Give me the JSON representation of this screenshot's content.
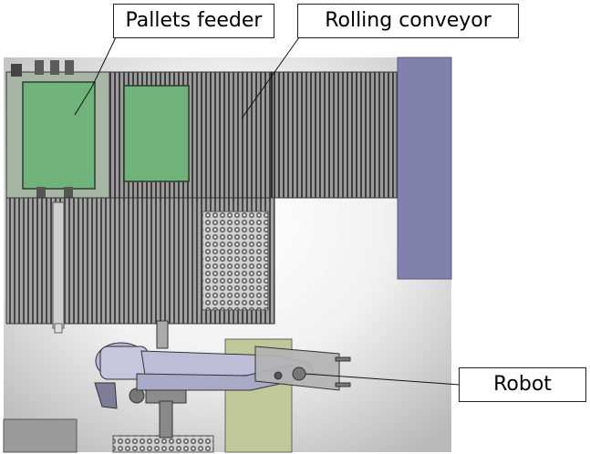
{
  "labels": {
    "pallets_feeder": "Pallets feeder",
    "rolling_conveyor": "Rolling conveyor",
    "robot": "Robot"
  }
}
